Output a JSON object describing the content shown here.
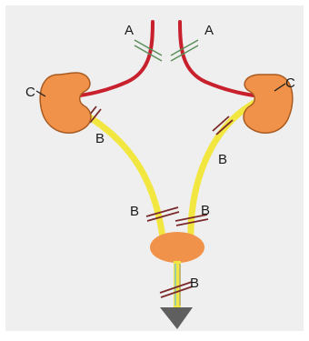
{
  "diagram": {
    "background_color": "#efefef",
    "colors": {
      "artery": "#c8202c",
      "ureter": "#f2e640",
      "kidney": "#f0924a",
      "kidney_outline": "#a85a20",
      "bladder": "#f0924a",
      "urethra_tip": "#5f5f5f",
      "cut_mark_artery": "#5a8f5a",
      "cut_mark_ureter": "#7a2a2a"
    },
    "labels": {
      "artery_left": "A",
      "artery_right": "A",
      "kidney_left": "C",
      "kidney_right": "C",
      "ureter_left": "B",
      "ureter_right": "B",
      "ureter_lower_left": "B",
      "ureter_lower_right": "B",
      "urethra": "B"
    }
  }
}
